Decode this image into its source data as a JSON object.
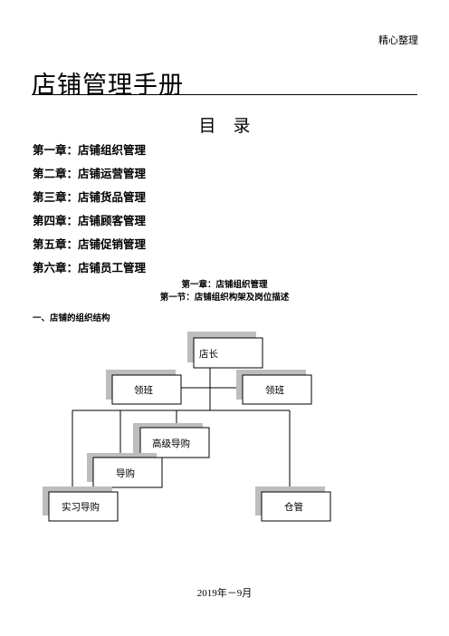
{
  "header": {
    "note": "精心整理"
  },
  "document": {
    "title": "店铺管理手册",
    "toc_heading": "目　录",
    "toc": [
      "第一章：店铺组织管理",
      "第二章：店铺运营管理",
      "第三章：店铺货品管理",
      "第四章：店铺顾客管理",
      "第五章：店铺促销管理",
      "第六章：店铺员工管理"
    ],
    "chapter_heading": "第一章：店铺组织管理",
    "section_heading": "第一节：店铺组织构架及岗位描述",
    "subsection_title": "一、店铺的组织结构"
  },
  "org_chart": {
    "nodes": {
      "manager": "店长",
      "leader_left": "领班",
      "leader_right": "领班",
      "senior_guide": "高级导购",
      "guide": "导购",
      "intern_guide": "实习导购",
      "warehouse": "仓管"
    }
  },
  "footer": {
    "date": "2019年－9月"
  }
}
